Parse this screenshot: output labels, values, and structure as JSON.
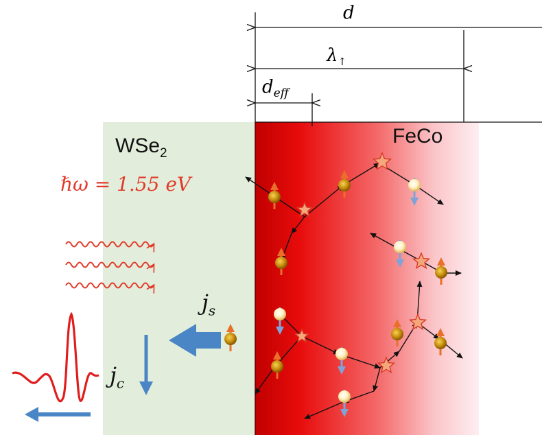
{
  "labels": {
    "dimension_d": "d",
    "dimension_lambda": "λ",
    "dimension_lambda_sub": "↑",
    "dimension_deff": "d",
    "dimension_deff_sub": "eff",
    "material_left": "WSe",
    "material_left_sub": "2",
    "material_right": "FeCo",
    "photon_energy": "ℏω = 1.55 eV",
    "spin_current": "j",
    "spin_current_sub": "s",
    "charge_current": "j",
    "charge_current_sub": "c"
  },
  "colors": {
    "wse2_layer": "#e2eedb",
    "feco_dark": "#c20000",
    "feco_light": "#fde8ec",
    "photon": "#e23a2a",
    "arrow_blue": "#4a86c5",
    "spin_up": "#e8702a",
    "spin_down": "#7fa3d8",
    "star_fill": "#f4a77a",
    "star_stroke": "#d63a2a",
    "thz_pulse": "#e01c1c"
  }
}
